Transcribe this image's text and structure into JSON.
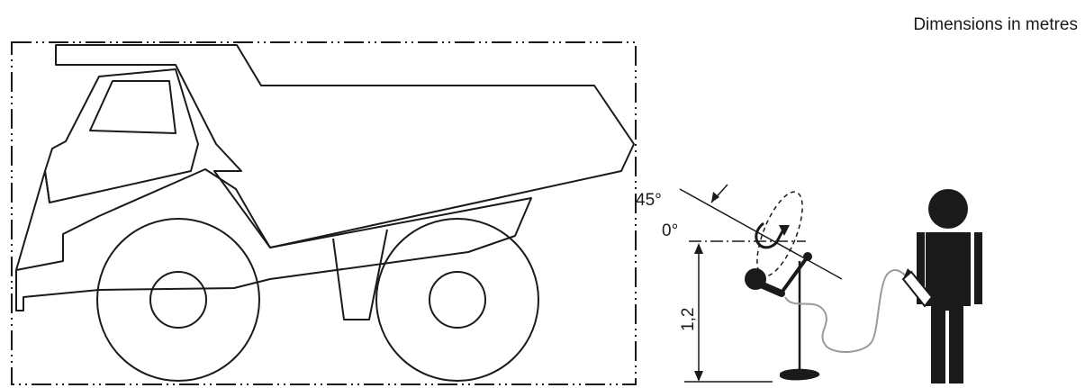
{
  "note": "Dimensions in metres",
  "labels": {
    "angle_45": "45°",
    "angle_0": "0°",
    "height": "1,2"
  },
  "colors": {
    "ink": "#1a1a1a",
    "cable": "#9a9a9a"
  }
}
